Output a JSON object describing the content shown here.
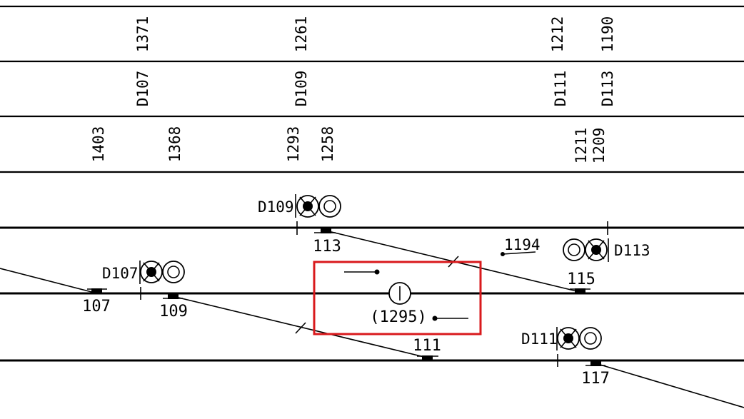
{
  "header": {
    "row1": [
      "1371",
      "1261",
      "1212",
      "1190"
    ],
    "row2": [
      "D107",
      "D109",
      "D111",
      "D113"
    ],
    "row3": [
      "1403",
      "1368",
      "1293",
      "1258",
      "1211",
      "1209"
    ]
  },
  "signals": {
    "d109": "D109",
    "d107": "D107",
    "d113": "D113",
    "d111": "D111"
  },
  "points": {
    "p113": "113",
    "p107": "107",
    "p109": "109",
    "p115": "115",
    "p111": "111",
    "p117": "117"
  },
  "marker_1194": "1194",
  "center_marker": "(1295)",
  "highlight_color": "#d9191c"
}
